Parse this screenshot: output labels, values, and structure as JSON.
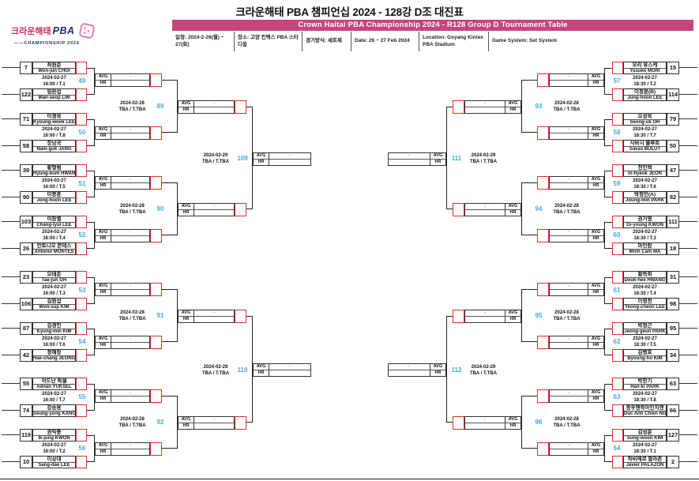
{
  "title": "크라운해태 PBA 챔피언십 2024 - 128강 D조 대진표",
  "banner": "Crown Haitai PBA Championship 2024 - R128 Group D Tournament Table",
  "logo": {
    "main_kr": "크라운해태",
    "main_en": "PBA",
    "sub": "CHAMPIONSHIP 2024"
  },
  "info_bar": [
    "일정: 2024-2-26(월) ~ 27(화)",
    "장소: 고양 킨텍스 PBA 스타디움",
    "경기방식: 세트제",
    "Date: 26 ~ 27 Feb 2024",
    "Location: Goyang Kintex PBA Stadium",
    "Game System: Set System"
  ],
  "labels": {
    "avg": "AVG",
    "hr": "HR",
    "pending": "-"
  },
  "colors": {
    "accent_red": "#e03127",
    "match_blue": "#3fa8e0",
    "banner_pink": "#c5457f",
    "logo_crimson": "#c62f63",
    "logo_navy": "#1f2d69"
  },
  "bracket": {
    "sides": [
      {
        "side": "left",
        "matches_r1": [
          {
            "no": "49",
            "date": "2024-02-27",
            "time": "16:00 / T.1",
            "players": [
              {
                "seed": "7",
                "kr": "최원준",
                "en": "Won-jun CHOI"
              },
              {
                "seed": "122",
                "kr": "임완섭",
                "en": "Wan-seop LIM"
              }
            ]
          },
          {
            "no": "50",
            "date": "2024-02-27",
            "time": "16:00 / T.8",
            "players": [
              {
                "seed": "71",
                "kr": "이경욱",
                "en": "Kyoung-wook LEE"
              },
              {
                "seed": "58",
                "kr": "장남국",
                "en": "Nam-guk JANG"
              }
            ]
          },
          {
            "no": "51",
            "date": "2024-02-27",
            "time": "16:00 / T.5",
            "players": [
              {
                "seed": "39",
                "kr": "황형범",
                "en": "Hyung-bum HWANG"
              },
              {
                "seed": "90",
                "kr": "이종훈",
                "en": "Jong-hoon LEE"
              }
            ]
          },
          {
            "no": "52",
            "date": "2024-02-27",
            "time": "16:00 / T.4",
            "players": [
              {
                "seed": "103",
                "kr": "이창렬",
                "en": "Chang-lyul LEE"
              },
              {
                "seed": "26",
                "kr": "안토니오 몬테스",
                "en": "Antonio MONTES"
              }
            ]
          },
          {
            "no": "53",
            "date": "2024-02-27",
            "time": "16:00 / T.3",
            "players": [
              {
                "seed": "23",
                "kr": "오태준",
                "en": "Tae-jun OH"
              },
              {
                "seed": "106",
                "kr": "김원섭",
                "en": "Won-sup KIM"
              }
            ]
          },
          {
            "no": "54",
            "date": "2024-02-27",
            "time": "16:00 / T.6",
            "players": [
              {
                "seed": "87",
                "kr": "김경민",
                "en": "Kyung-min KIM"
              },
              {
                "seed": "42",
                "kr": "정해창",
                "en": "Hae-chang JEONG"
              }
            ]
          },
          {
            "no": "55",
            "date": "2024-02-27",
            "time": "16:00 / T.7",
            "players": [
              {
                "seed": "55",
                "kr": "아드난 윅셀",
                "en": "Adnan YUKSEL"
              },
              {
                "seed": "74",
                "kr": "강승용",
                "en": "Seung-yong KANG"
              }
            ]
          },
          {
            "no": "56",
            "date": "2024-02-27",
            "time": "16:00 / T.2",
            "players": [
              {
                "seed": "119",
                "kr": "권익중",
                "en": "Ik-jung KWON"
              },
              {
                "seed": "10",
                "kr": "이상대",
                "en": "Sang-dae LEE"
              }
            ]
          }
        ],
        "matches_r2": [
          {
            "no": "89",
            "date": "2024-02-28",
            "time": "TBA / T.TBA"
          },
          {
            "no": "90",
            "date": "2024-02-28",
            "time": "TBA / T.TBA"
          },
          {
            "no": "91",
            "date": "2024-02-28",
            "time": "TBA / T.TBA"
          },
          {
            "no": "92",
            "date": "2024-02-28",
            "time": "TBA / T.TBA"
          }
        ],
        "matches_r3": [
          {
            "no": "109",
            "date": "2024-02-29",
            "time": "TBA / T.TBA"
          },
          {
            "no": "110",
            "date": "2024-02-29",
            "time": "TBA / T.TBA"
          }
        ]
      },
      {
        "side": "right",
        "matches_r1": [
          {
            "no": "57",
            "date": "2024-02-27",
            "time": "18:30 / T.2",
            "players": [
              {
                "seed": "15",
                "kr": "모리 유스케",
                "en": "Yusuke MORI"
              },
              {
                "seed": "114",
                "kr": "이정훈(B)",
                "en": "Jung-hoon LEE"
              }
            ]
          },
          {
            "no": "58",
            "date": "2024-02-27",
            "time": "18:30 / T.7",
            "players": [
              {
                "seed": "79",
                "kr": "오성욱",
                "en": "Seong-uk OH"
              },
              {
                "seed": "50",
                "kr": "사바시 불루트",
                "en": "Savas BULUT"
              }
            ]
          },
          {
            "no": "59",
            "date": "2024-02-27",
            "time": "18:30 / T.6",
            "players": [
              {
                "seed": "47",
                "kr": "전인혁",
                "en": "In-hyeok JEON"
              },
              {
                "seed": "82",
                "kr": "박정민(A)",
                "en": "Joung-min PARK"
              }
            ]
          },
          {
            "no": "60",
            "date": "2024-02-27",
            "time": "18:30 / T.3",
            "players": [
              {
                "seed": "111",
                "kr": "권기영",
                "en": "Gi-young KWON"
              },
              {
                "seed": "18",
                "kr": "마인캄",
                "en": "Minh Cam MA"
              }
            ]
          },
          {
            "no": "61",
            "date": "2024-02-27",
            "time": "18:30 / T.4",
            "players": [
              {
                "seed": "31",
                "kr": "황득희",
                "en": "Deuk-hee HWANG"
              },
              {
                "seed": "98",
                "kr": "이영천",
                "en": "Yeong-cheon LEE"
              }
            ]
          },
          {
            "no": "62",
            "date": "2024-02-27",
            "time": "18:30 / T.5",
            "players": [
              {
                "seed": "95",
                "kr": "박정근",
                "en": "Jeong-geun PARK"
              },
              {
                "seed": "34",
                "kr": "김병호",
                "en": "Byoung-ho KIM"
              }
            ]
          },
          {
            "no": "63",
            "date": "2024-02-27",
            "time": "18:30 / T.8",
            "players": [
              {
                "seed": "63",
                "kr": "박한기",
                "en": "Han-ki PARK"
              },
              {
                "seed": "66",
                "kr": "응우옌득아인치엔",
                "en": "Duc Anh Chien NGUYEN"
              }
            ]
          },
          {
            "no": "64",
            "date": "2024-02-27",
            "time": "18:30 / T.1",
            "players": [
              {
                "seed": "127",
                "kr": "김성운",
                "en": "Sung-woon KIM"
              },
              {
                "seed": "2",
                "kr": "하비에르 팔라존",
                "en": "Javier PALAZON"
              }
            ]
          }
        ],
        "matches_r2": [
          {
            "no": "93",
            "date": "2024-02-28",
            "time": "TBA / T.TBA"
          },
          {
            "no": "94",
            "date": "2024-02-28",
            "time": "TBA / T.TBA"
          },
          {
            "no": "95",
            "date": "2024-02-28",
            "time": "TBA / T.TBA"
          },
          {
            "no": "96",
            "date": "2024-02-28",
            "time": "TBA / T.TBA"
          }
        ],
        "matches_r3": [
          {
            "no": "111",
            "date": "2024-02-29",
            "time": "TBA / T.TBA"
          },
          {
            "no": "112",
            "date": "2024-02-29",
            "time": "TBA / T.TBA"
          }
        ]
      }
    ]
  }
}
